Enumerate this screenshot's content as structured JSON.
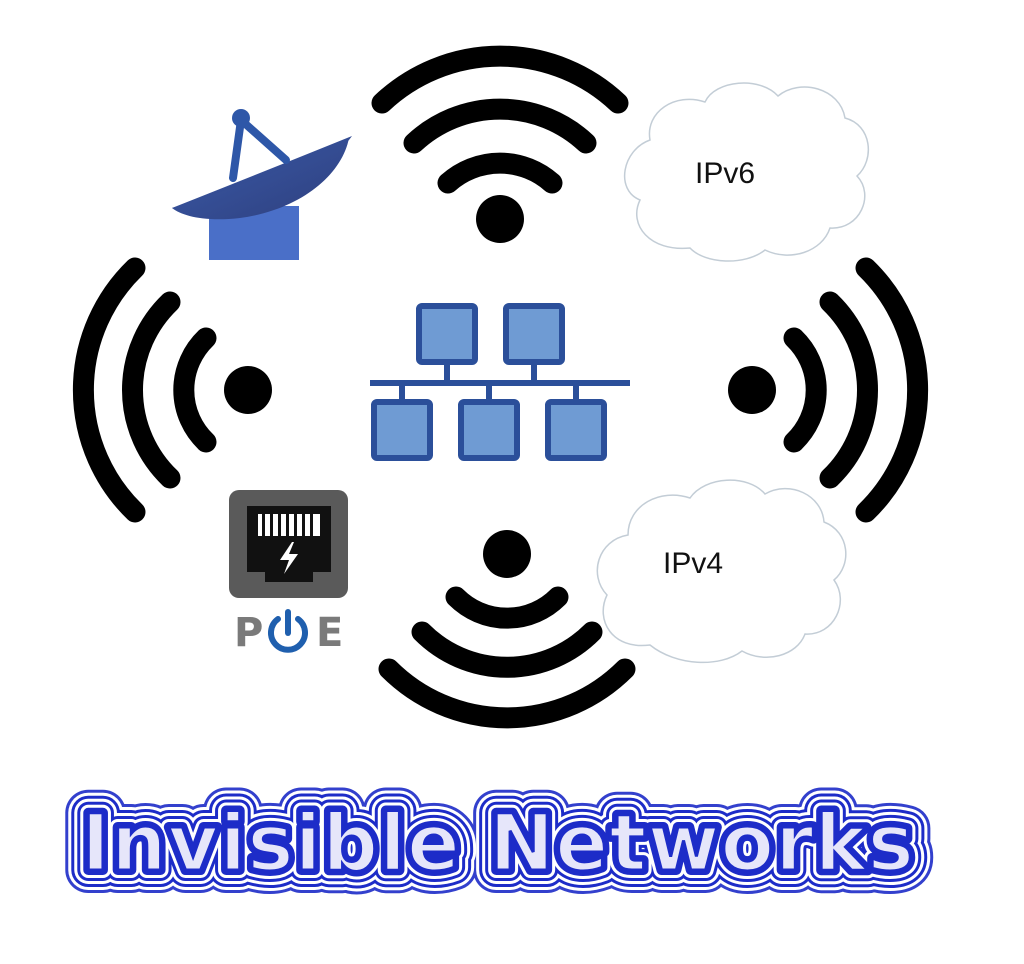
{
  "clouds": {
    "ipv6": {
      "label": "IPv6"
    },
    "ipv4": {
      "label": "IPv4"
    }
  },
  "poe_logo": {
    "letters": [
      "P",
      "E"
    ],
    "icon": "power-icon"
  },
  "title": {
    "text": "Invisible Networks"
  },
  "icons": {
    "satellite": "satellite-dish-icon",
    "network": "network-topology-icon",
    "ethernet": "ethernet-port-icon",
    "wifi": "wifi-signal-icon"
  },
  "colors": {
    "wave": "#000000",
    "network_fill": "#6f9bd3",
    "network_stroke": "#2b4f9a",
    "dish": "#3a5aa6",
    "dish_base": "#4a6fc8",
    "title_stroke": "#1d2cc8",
    "title_fill": "#e6e6fa"
  }
}
